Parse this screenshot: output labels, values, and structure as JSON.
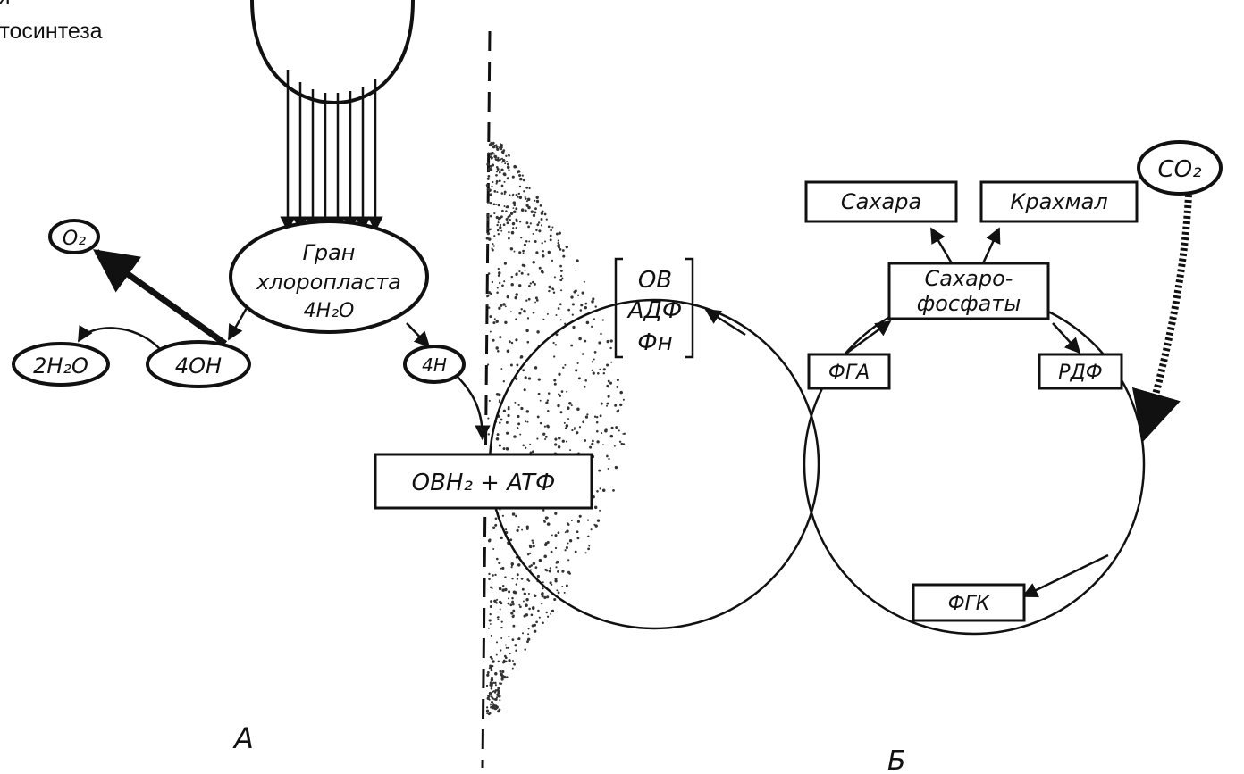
{
  "caption": {
    "line1": "я",
    "line2": "отосинтеза"
  },
  "diagram": {
    "grana": [
      "Гран",
      "хлоропласта",
      "4H₂O"
    ],
    "o2": "O₂",
    "water": "2H₂O",
    "oh": "4OH",
    "h": "4H",
    "obh2_atp": "OBH₂ + ATФ",
    "carriers": [
      "OB",
      "AДФ",
      "Фн"
    ],
    "sugars": "Сахара",
    "starch": "Крахмал",
    "sugar_phosphates": [
      "Сахаро-",
      "фосфаты"
    ],
    "pga": "ФГА",
    "rdp": "РДФ",
    "pgk": "ФГК",
    "co2": "CO₂",
    "label_a": "А",
    "label_b": "Б"
  }
}
